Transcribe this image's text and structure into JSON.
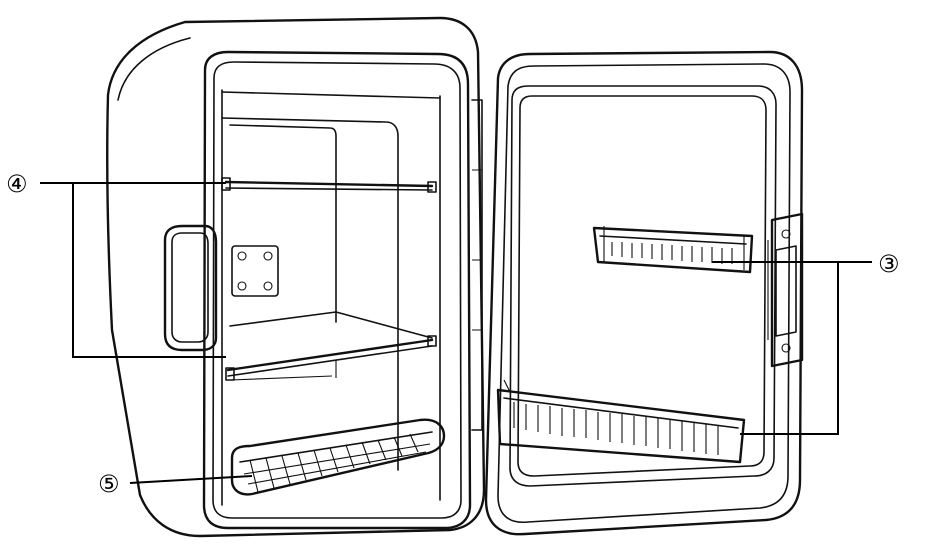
{
  "callouts": {
    "door_bottle_racks": "③",
    "shelves": "④",
    "drip_tray": "⑤"
  }
}
